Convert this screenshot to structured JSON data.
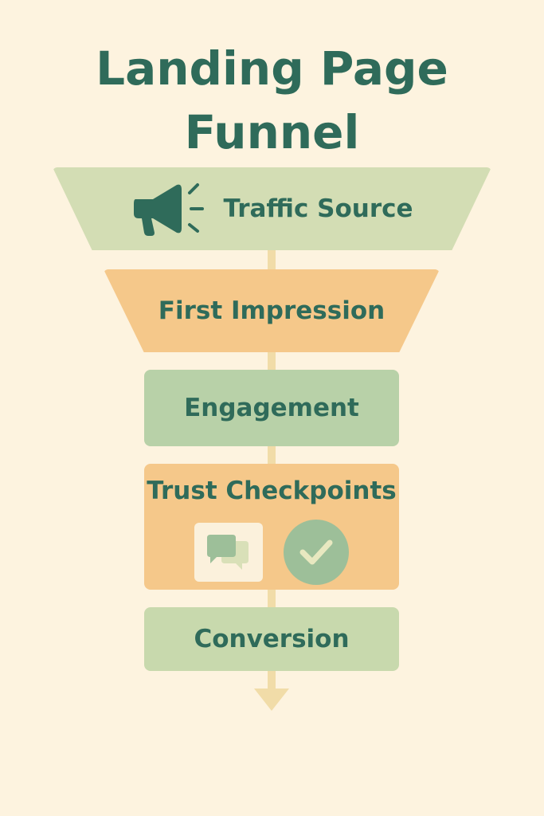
{
  "title": {
    "line1": "Landing Page",
    "line2": "Funnel"
  },
  "stages": [
    {
      "label": "Traffic Source",
      "icon": "megaphone-icon"
    },
    {
      "label": "First Impression"
    },
    {
      "label": "Engagement"
    },
    {
      "label": "Trust Checkpoints",
      "icons": [
        "chat-bubbles-icon",
        "check-circle-icon"
      ]
    },
    {
      "label": "Conversion"
    }
  ],
  "colors": {
    "background": "#fdf3df",
    "text": "#2f6b5a",
    "sage": "#d3ddb4",
    "orange": "#f5c88a",
    "green": "#b8d1a8",
    "connector": "#f1dca8"
  }
}
